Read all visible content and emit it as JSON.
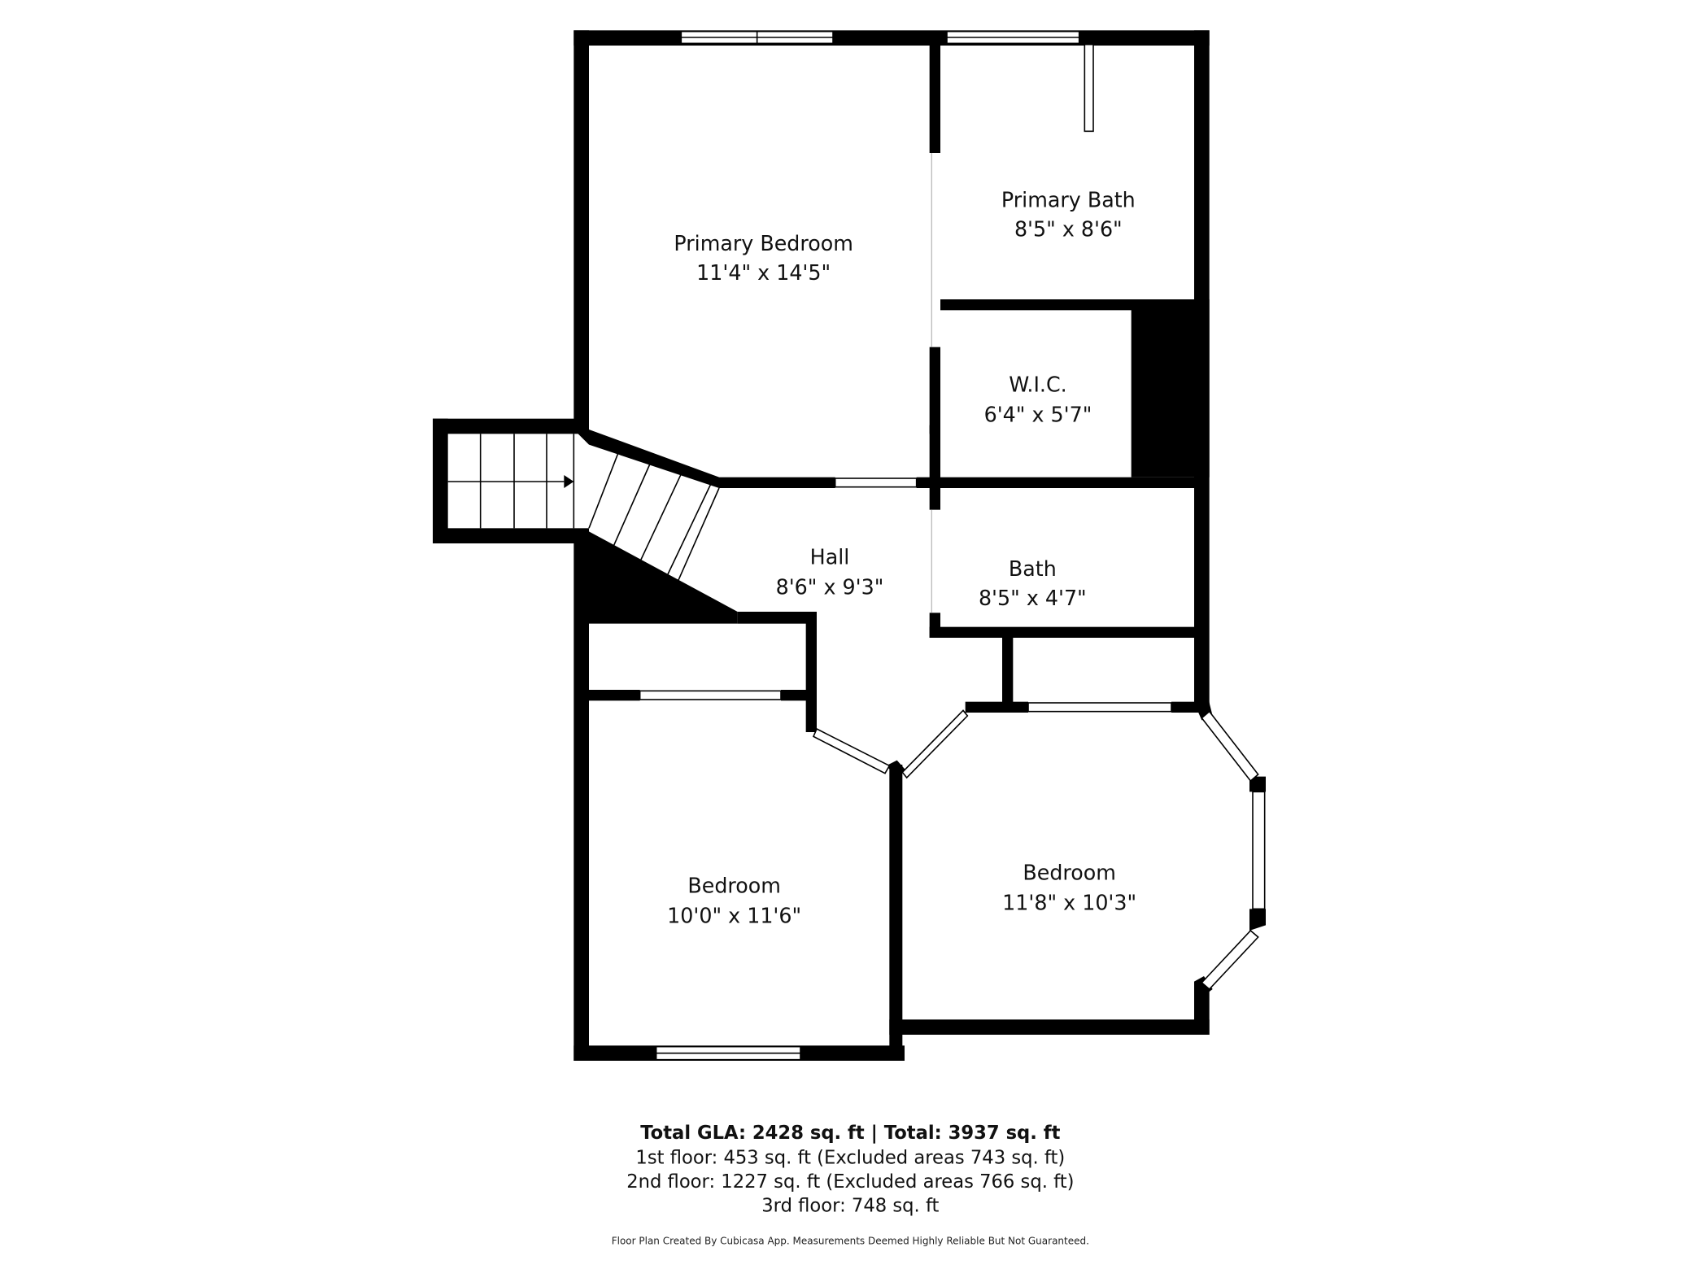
{
  "rooms": {
    "primary_bedroom": {
      "name": "Primary Bedroom",
      "size": "11'4\" x 14'5\""
    },
    "primary_bath": {
      "name": "Primary Bath",
      "size": "8'5\" x 8'6\""
    },
    "wic": {
      "name": "W.I.C.",
      "size": "6'4\" x 5'7\""
    },
    "hall": {
      "name": "Hall",
      "size": "8'6\" x 9'3\""
    },
    "bath": {
      "name": "Bath",
      "size": "8'5\" x 4'7\""
    },
    "bedroom_left": {
      "name": "Bedroom",
      "size": "10'0\" x 11'6\""
    },
    "bedroom_right": {
      "name": "Bedroom",
      "size": "11'8\" x 10'3\""
    }
  },
  "summary": {
    "total": "Total GLA: 2428 sq. ft | Total: 3937 sq. ft",
    "floor1": "1st floor: 453 sq. ft (Excluded areas 743 sq. ft)",
    "floor2": "2nd floor: 1227 sq. ft (Excluded areas 766 sq. ft)",
    "floor3": "3rd floor: 748 sq. ft"
  },
  "credit": "Floor Plan Created By Cubicasa App. Measurements Deemed Highly Reliable But Not Guaranteed."
}
